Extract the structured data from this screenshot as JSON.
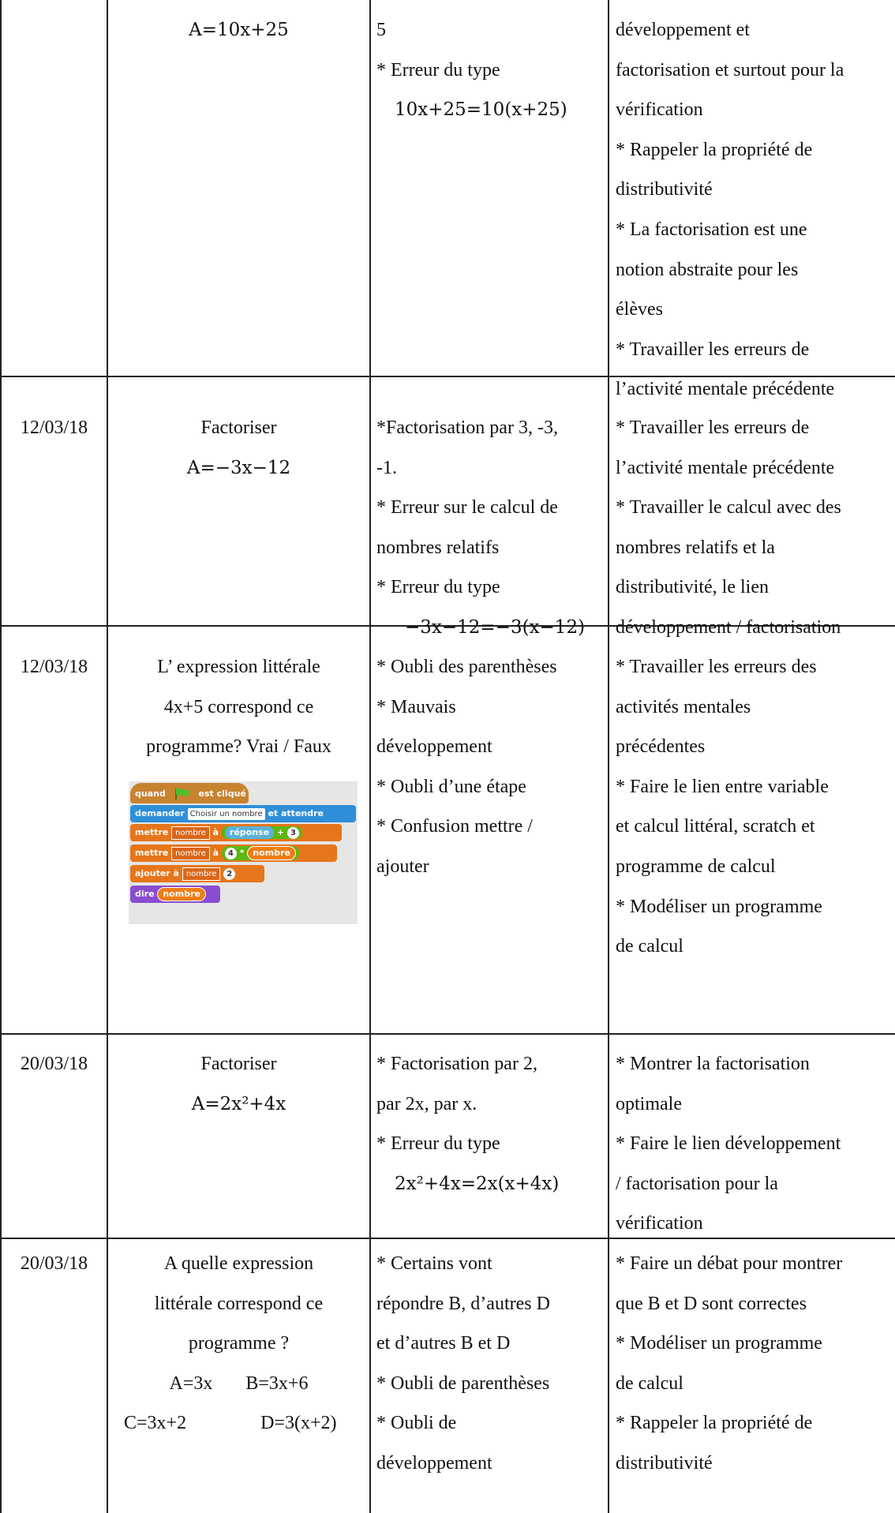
{
  "rows": [
    {
      "date": "",
      "exercise": {
        "lines": [],
        "math": [
          "A=10x+25"
        ]
      },
      "errors": [
        {
          "text": "5"
        },
        {
          "text": "* Erreur du type"
        },
        {
          "math": "10x+25=10(x+25)"
        }
      ],
      "remediation": [
        "développement et",
        "factorisation et surtout pour la",
        "vérification",
        "* Rappeler la propriété de",
        "distributivité",
        "* La factorisation est une",
        "notion abstraite pour les",
        "élèves",
        "* Travailler les erreurs de",
        "l’activité mentale précédente"
      ]
    },
    {
      "date": "12/03/18",
      "exercise": {
        "lines": [
          "Factoriser"
        ],
        "math": [
          "A=−3x−12"
        ]
      },
      "errors": [
        {
          "text": "*Factorisation par 3, -3,"
        },
        {
          "text": "-1."
        },
        {
          "text": "* Erreur sur le calcul de"
        },
        {
          "text": "nombres relatifs"
        },
        {
          "text": "* Erreur du type"
        },
        {
          "math": "−3x−12=−3(x−12)"
        }
      ],
      "remediation": [
        "* Travailler les erreurs de",
        "l’activité mentale précédente",
        "* Travailler le calcul avec des",
        "nombres relatifs et la",
        "distributivité, le lien",
        "développement / factorisation"
      ]
    },
    {
      "date": "12/03/18",
      "exercise": {
        "lines": [
          "L’ expression littérale",
          "4x+5 correspond ce",
          "programme? Vrai / Faux"
        ],
        "math": []
      },
      "errors": [
        {
          "text": "* Oubli des parenthèses"
        },
        {
          "text": "* Mauvais"
        },
        {
          "text": "développement"
        },
        {
          "text": "* Oubli d’une étape"
        },
        {
          "text": "* Confusion mettre /"
        },
        {
          "text": "ajouter"
        }
      ],
      "remediation": [
        "* Travailler les erreurs des",
        "activités mentales",
        "précédentes",
        "* Faire le lien entre variable",
        "et calcul littéral, scratch et",
        "programme de calcul",
        "* Modéliser un programme",
        "de calcul"
      ]
    },
    {
      "date": "20/03/18",
      "exercise": {
        "lines": [
          "Factoriser"
        ],
        "math": [
          "A=2x²+4x"
        ]
      },
      "errors": [
        {
          "text": "* Factorisation par 2,"
        },
        {
          "text": "par 2x, par x."
        },
        {
          "text": "* Erreur du type"
        },
        {
          "math": "2x²+4x=2x(x+4x)"
        }
      ],
      "remediation": [
        "* Montrer la factorisation",
        "optimale",
        "* Faire le lien développement",
        "/ factorisation pour la",
        "vérification"
      ]
    },
    {
      "date": "20/03/18",
      "exercise": {
        "lines": [
          "A quelle expression",
          "littérale correspond ce",
          "programme ?"
        ],
        "math": []
      },
      "choices": [
        "A=3x",
        "B=3x+6",
        "C=3x+2",
        "D=3(x+2)"
      ],
      "errors": [
        {
          "text": "* Certains vont"
        },
        {
          "text": "répondre B, d’autres D"
        },
        {
          "text": "et d’autres B et D"
        },
        {
          "text": "* Oubli de parenthèses"
        },
        {
          "text": "* Oubli de"
        },
        {
          "text": "développement"
        }
      ],
      "remediation": [
        "* Faire un débat pour montrer",
        "que B et D sont correctes",
        "* Modéliser un programme",
        "de calcul",
        "* Rappeler la propriété de",
        "distributivité"
      ]
    }
  ],
  "scratch": {
    "hat_left": "quand",
    "hat_right": "est cliqué",
    "ask": "demander",
    "ask_value": "Choisir un nombre",
    "ask_end": "et attendre",
    "set1": "mettre",
    "set1_var": "nombre",
    "set1_to": "à",
    "set1_answer": "réponse",
    "set1_op": "+",
    "set1_num": "3",
    "set2": "mettre",
    "set2_var": "nombre",
    "set2_to": "à",
    "set2_num": "4",
    "set2_op": "*",
    "set2_var2": "nombre",
    "add": "ajouter à",
    "add_var": "nombre",
    "add_num": "2",
    "say": "dire",
    "say_var": "nombre",
    "colors": {
      "hat": "#c88330",
      "sensing": "#2f8fd8",
      "variables": "#e6761b",
      "operators": "#5cb712",
      "looks": "#8a4dd0",
      "background": "#e6e6e6"
    }
  }
}
